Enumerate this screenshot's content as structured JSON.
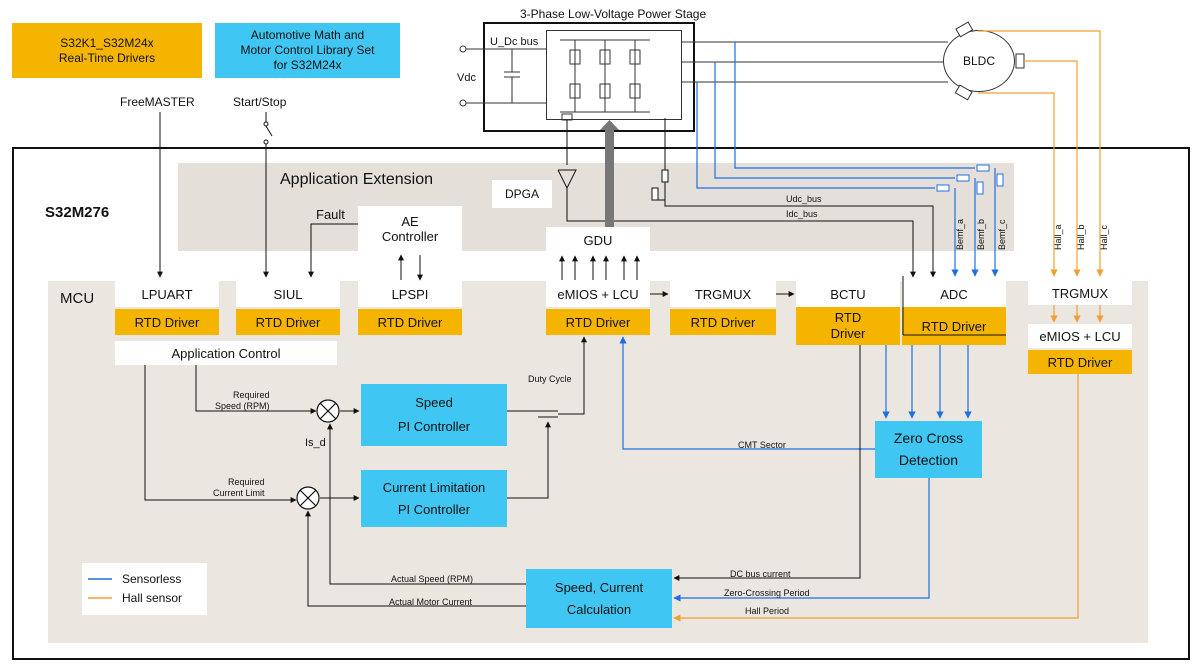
{
  "colors": {
    "orange": "#f5b400",
    "blue": "#3fc6f3",
    "sensorless_line": "#1f6fe0",
    "hall_line": "#f0a030",
    "mcu_bg": "#ebe7e0"
  },
  "top_boxes": {
    "rtd_drivers": "S32K1_S32M24x\nReal-Time Drivers",
    "amc_lib": "Automotive Math and\nMotor Control Library Set\nfor S32M24x"
  },
  "inputs": {
    "freemaster": "FreeMASTER",
    "start_stop": "Start/Stop"
  },
  "power_stage": {
    "title": "3-Phase Low-Voltage Power Stage",
    "udc_bus": "U_Dc bus",
    "vdc": "Vdc"
  },
  "motor": {
    "label": "BLDC"
  },
  "chip": {
    "name": "S32M276",
    "mcu_label": "MCU",
    "ae_label": "Application Extension",
    "dpga": "DPGA",
    "fault": "Fault",
    "ae_controller": "AE\nController",
    "gdu": "GDU",
    "udc_bus": "Udc_bus",
    "idc_bus": "Idc_bus",
    "bemf": [
      "Bemf_a",
      "Bemf_b",
      "Bemf_c"
    ],
    "hall": [
      "Hall_a",
      "Hall_b",
      "Hall_c"
    ]
  },
  "periph": {
    "lpuart": "LPUART",
    "siul": "SIUL",
    "lpspi": "LPSPI",
    "emios_lcu": "eMIOS + LCU",
    "trgmux": "TRGMUX",
    "bctu": "BCTU",
    "adc": "ADC",
    "trgmux_r": "TRGMUX",
    "emios_lcu_r": "eMIOS + LCU",
    "rtd_driver": "RTD Driver",
    "bctu_rtd": "RTD\nDriver"
  },
  "control": {
    "app_control": "Application Control",
    "speed_pi": "Speed\n\nPI Controller",
    "current_pi": "Current Limitation\n\nPI Controller",
    "zero_cross": "Zero Cross\n\nDetection",
    "speed_calc": "Speed, Current\n\nCalculation",
    "required_speed": "Required\nSpeed (RPM)",
    "required_current": "Required\nCurrent Limit",
    "is_d": "Is_d",
    "duty_cycle": "Duty Cycle",
    "cmt_sector": "CMT Sector",
    "actual_speed": "Actual Speed (RPM)",
    "actual_current": "Actual Motor Current",
    "dc_bus_current": "DC bus current",
    "zc_period": "Zero-Crossing Period",
    "hall_period": "Hall Period"
  },
  "legend": {
    "sensorless": "Sensorless",
    "hall": "Hall sensor"
  }
}
